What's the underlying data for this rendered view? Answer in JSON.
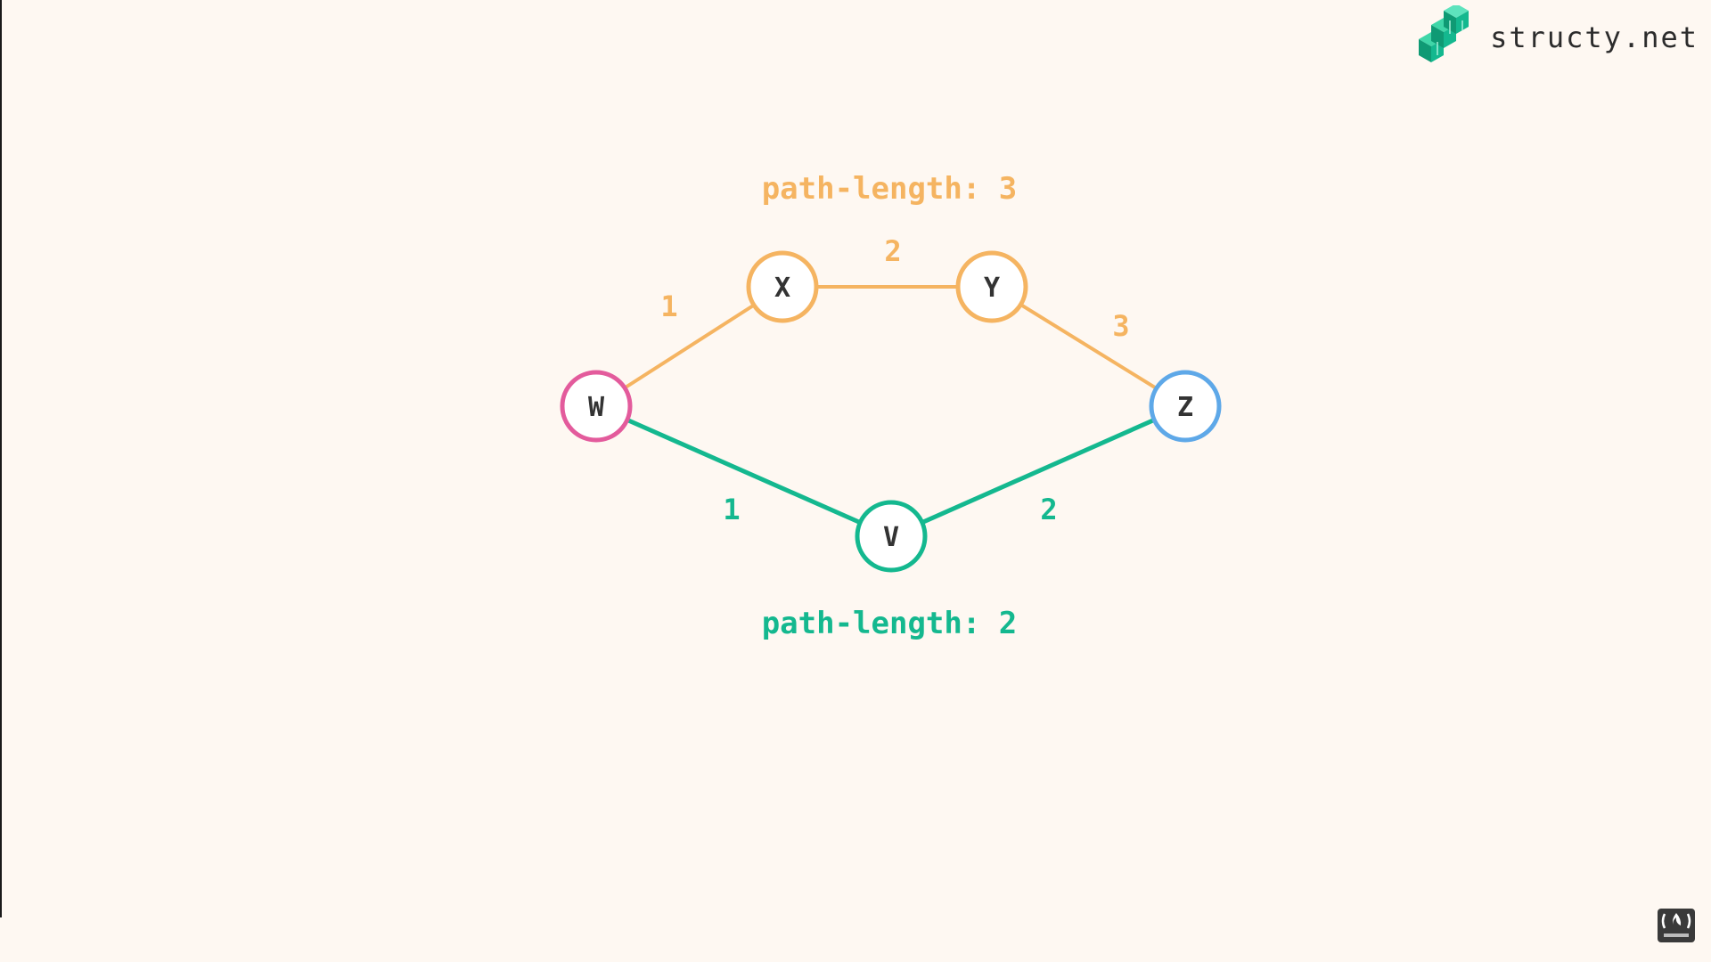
{
  "brand": {
    "name": "structy.net"
  },
  "colors": {
    "orange": "#f5b461",
    "green": "#14b88f",
    "pink": "#e35b9c",
    "blue": "#5ea8e8",
    "text": "#333333"
  },
  "nodes": [
    {
      "id": "X",
      "label": "X",
      "color": "orange"
    },
    {
      "id": "Y",
      "label": "Y",
      "color": "orange"
    },
    {
      "id": "W",
      "label": "W",
      "color": "pink"
    },
    {
      "id": "Z",
      "label": "Z",
      "color": "blue"
    },
    {
      "id": "V",
      "label": "V",
      "color": "green"
    }
  ],
  "edges": [
    {
      "from": "W",
      "to": "X",
      "weight": "1",
      "color": "orange"
    },
    {
      "from": "X",
      "to": "Y",
      "weight": "2",
      "color": "orange"
    },
    {
      "from": "Y",
      "to": "Z",
      "weight": "3",
      "color": "orange"
    },
    {
      "from": "W",
      "to": "V",
      "weight": "1",
      "color": "green"
    },
    {
      "from": "V",
      "to": "Z",
      "weight": "2",
      "color": "green"
    }
  ],
  "paths": {
    "upper": {
      "label": "path-length: 3",
      "color": "orange"
    },
    "lower": {
      "label": "path-length: 2",
      "color": "green"
    }
  }
}
